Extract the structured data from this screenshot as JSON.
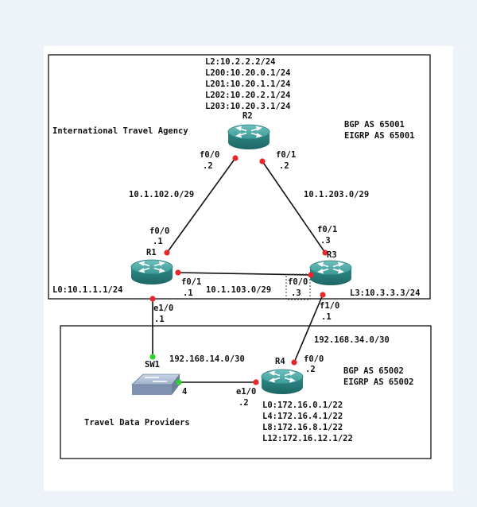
{
  "colors": {
    "page_background": "#eef3fa",
    "canvas": "#ffffff",
    "link": "#111111",
    "port_up": "#e8262b",
    "port_switch": "#2ed12e",
    "router_body": "#2f8c8a",
    "switch_body": "#8aa0bd"
  },
  "zones": {
    "top": {
      "name": "International Travel Agency",
      "bgp": "BGP AS 65001",
      "eigrp": "EIGRP AS 65001"
    },
    "bottom": {
      "name": "Travel Data Providers",
      "bgp": "BGP AS 65002",
      "eigrp": "EIGRP AS 65002"
    }
  },
  "devices": {
    "r2": {
      "name": "R2",
      "icon": "router-icon",
      "loopbacks": [
        "L2:10.2.2.2/24",
        "L200:10.20.0.1/24",
        "L201:10.20.1.1/24",
        "L202:10.20.2.1/24",
        "L203:10.20.3.1/24"
      ]
    },
    "r1": {
      "name": "R1",
      "icon": "router-icon",
      "loopback": "L0:10.1.1.1/24"
    },
    "r3": {
      "name": "R3",
      "icon": "router-icon",
      "loopback": "L3:10.3.3.3/24"
    },
    "r4": {
      "name": "R4",
      "icon": "router-icon",
      "loopbacks": [
        "L0:172.16.0.1/22",
        "L4:172.16.4.1/22",
        "L8:172.16.8.1/22",
        "L12:172.16.12.1/22"
      ]
    },
    "sw1": {
      "name": "SW1",
      "icon": "switch-icon"
    }
  },
  "links": {
    "r1_r2": {
      "subnet": "10.1.102.0/29",
      "r2_if": "f0/0",
      "r2_ip": ".2",
      "r1_if": "f0/0",
      "r1_ip": ".1"
    },
    "r2_r3": {
      "subnet": "10.1.203.0/29",
      "r2_if": "f0/1",
      "r2_ip": ".2",
      "r3_if": "f0/1",
      "r3_ip": ".3"
    },
    "r1_r3": {
      "subnet": "10.1.103.0/29",
      "r1_if": "f0/1",
      "r1_ip": ".1",
      "r3_if": "f0/0",
      "r3_ip": ".3"
    },
    "r1_sw1": {
      "subnet": "192.168.14.0/30",
      "r1_if": "e1/0",
      "r1_ip": ".1",
      "sw1_port": "4"
    },
    "r3_r4": {
      "subnet": "192.168.34.0/30",
      "r3_if": "f1/0",
      "r3_ip": ".1",
      "r4_if": "f0/0",
      "r4_ip": ".2"
    },
    "sw1_r4": {
      "r4_if": "e1/0",
      "r4_ip": ".2"
    }
  }
}
